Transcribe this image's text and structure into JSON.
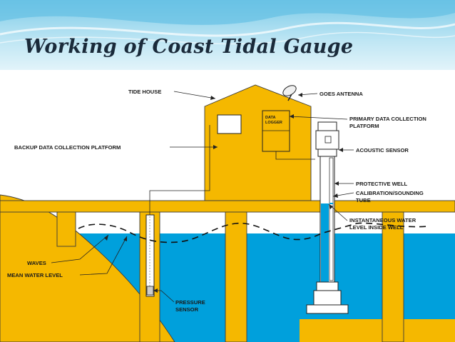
{
  "slide": {
    "title": "Working of Coast Tidal Gauge"
  },
  "colors": {
    "structure": "#f5b800",
    "water": "#00a0dc",
    "banner_light": "#bfe6f4",
    "banner_dark": "#7ccbe8",
    "title_text": "#1a2a3a"
  },
  "diagram": {
    "labels": {
      "tide_house": "TIDE HOUSE",
      "goes_antenna": "GOES ANTENNA",
      "data_logger_line1": "DATA",
      "data_logger_line2": "LOGGER",
      "primary_dcp_line1": "PRIMARY DATA COLLECTION",
      "primary_dcp_line2": "PLATFORM",
      "backup_dcp": "BACKUP DATA COLLECTION PLATFORM",
      "acoustic_sensor": "ACOUSTIC SENSOR",
      "protective_well": "PROTECTIVE WELL",
      "calibration_tube_line1": "CALIBRATION/SOUNDING",
      "calibration_tube_line2": "TUBE",
      "instantaneous_line1": "INSTANTANEOUS WATER",
      "instantaneous_line2": "LEVEL INSIDE WELL",
      "waves": "WAVES",
      "mean_water_level": "MEAN WATER LEVEL",
      "pressure_sensor_line1": "PRESSURE",
      "pressure_sensor_line2": "SENSOR"
    },
    "icons": [
      "antenna-dish-icon"
    ]
  }
}
